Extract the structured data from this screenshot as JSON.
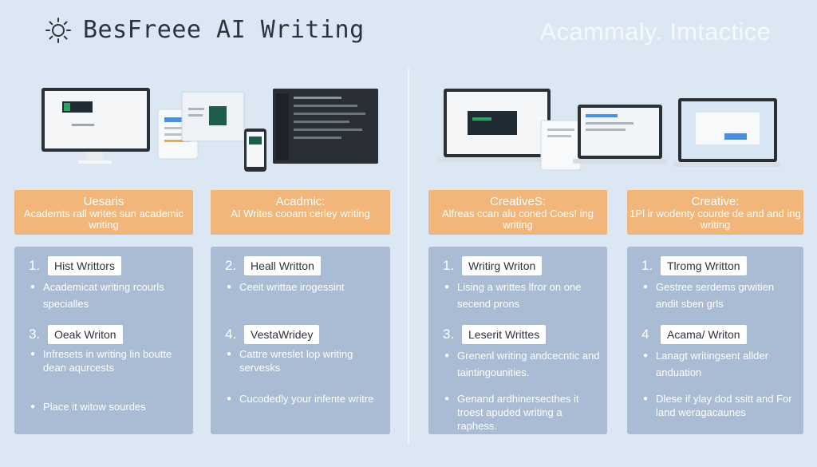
{
  "header": {
    "title_left": "BesFreee AI Writing",
    "title_right": "Acammaly. Imtactice"
  },
  "columns": [
    {
      "title": "Uesaris",
      "subtitle": "Academts rall writes sun academic writing",
      "entry1": {
        "num": "1.",
        "label": "Hist Writtors",
        "bullet": "Academicat writing rcourls specialles"
      },
      "entry2": {
        "num": "3.",
        "label": "Oeak Writon",
        "bullet": "Infresets in writing lin boutte dean aqurcests"
      },
      "bullet3": "Place it witow sourdes"
    },
    {
      "title": "Acadmic:",
      "subtitle": "AI Writes cooam cerley writing",
      "entry1": {
        "num": "2.",
        "label": "Heall Writton",
        "bullet": "Ceeit writtae irogessint"
      },
      "entry2": {
        "num": "4.",
        "label": "VestaWridey",
        "bullet": "Cattre wreslet lop writing servesks"
      },
      "bullet3": "Cucodedly your infente writre"
    },
    {
      "title": "CreativeS:",
      "subtitle": "Alfreas ccan alu coned Coes! ing writing",
      "entry1": {
        "num": "1.",
        "label": "Writirg Writon",
        "bullet": "Lising a writtes lfror on one secend prons"
      },
      "entry2": {
        "num": "3.",
        "label": "Leserit Writtes",
        "bullet": "Grenenl writing andcecntic and taintingounities."
      },
      "bullet3": "Genand ardhinersecthes it troest apuded writing a raphess."
    },
    {
      "title": "Creative:",
      "subtitle": "1Pl ir wodenty courde de and and ing writing",
      "entry1": {
        "num": "1.",
        "label": "Tlromg Writton",
        "bullet": "Gestree serdems grwitien andit sben grls"
      },
      "entry2": {
        "num": "4",
        "label": "Acama/ Writon",
        "bullet": "Lanagt writingsent allder anduation"
      },
      "bullet3": "Dlese if ylay dod ssitt and For land weragacaunes"
    }
  ]
}
